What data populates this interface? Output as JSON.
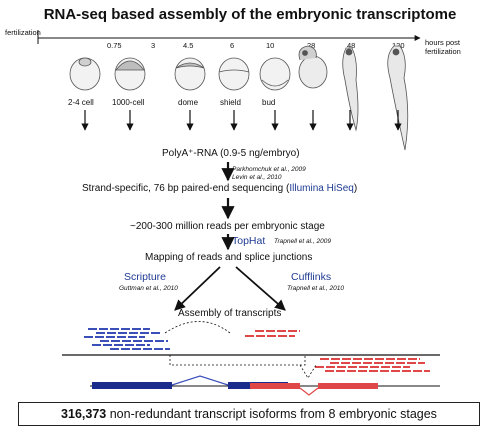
{
  "title": "RNA-seq based assembly of the embryonic transcriptome",
  "timeline": {
    "fertilization_label": "fertilization",
    "axis_label_line1": "hours post",
    "axis_label_line2": "fertilization",
    "hours": [
      "0.75",
      "3",
      "4.5",
      "6",
      "10",
      "28",
      "48",
      "120"
    ]
  },
  "stages": [
    "2-4 cell",
    "1000-cell",
    "dome",
    "shield",
    "bud"
  ],
  "pipeline": {
    "polya": "PolyA⁺-RNA (0.9-5 ng/embryo)",
    "cite_parkhomchuk": "Parkhomchuk et al., 2009",
    "cite_levin": "Levin et al., 2010",
    "sequencing_text": "Strand-specific, 76 bp paired-end sequencing (",
    "sequencing_tool": "Illumina HiSeq",
    "sequencing_close": ")",
    "reads": "~200-300 million reads per embryonic stage",
    "tophat": "TopHat",
    "cite_trapnell_2009": "Trapnell et al., 2009",
    "mapping": "Mapping of reads and splice junctions",
    "scripture": "Scripture",
    "cite_guttman": "Guttman et al., 2010",
    "cufflinks": "Cufflinks",
    "cite_trapnell_2010": "Trapnell et al., 2010",
    "assembly": "Assembly of transcripts"
  },
  "footer": {
    "count": "316,373",
    "text": " non-redundant transcript isoforms from 8 embryonic stages"
  },
  "colors": {
    "blue_reads": "#3b4fb8",
    "red_reads": "#e04848",
    "blue_text": "#1f3a93"
  }
}
